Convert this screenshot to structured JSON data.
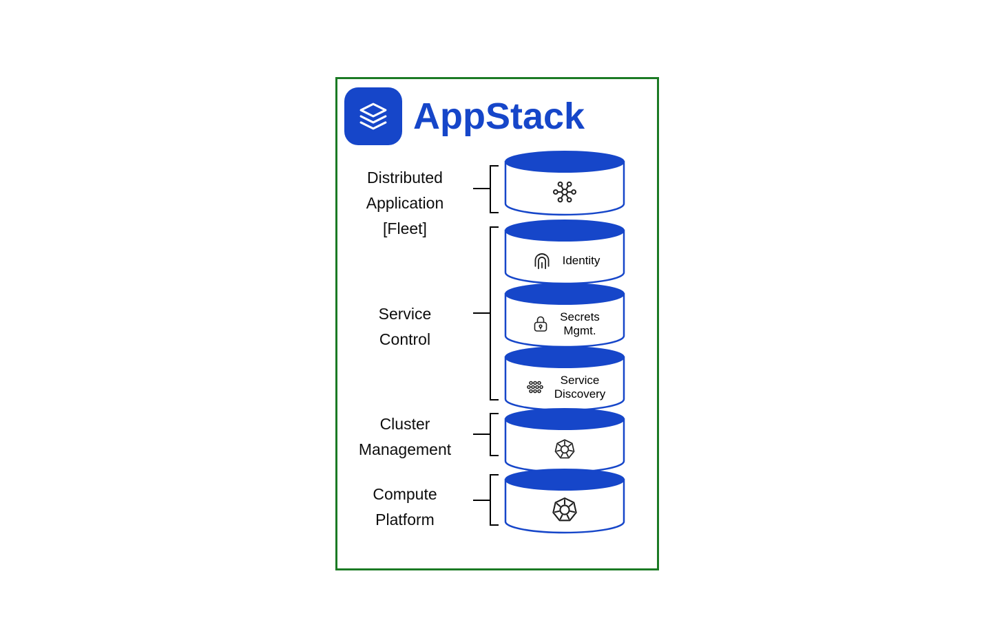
{
  "header": {
    "title": "AppStack",
    "logo_icon": "layers-icon"
  },
  "colors": {
    "brand_blue": "#1646C9",
    "border_green": "#1B7A24",
    "icon_dark": "#1F1F1F"
  },
  "groups": [
    {
      "name": "distributed-application-fleet",
      "label": "Distributed\nApplication\n[Fleet]"
    },
    {
      "name": "service-control",
      "label": "Service\nControl"
    },
    {
      "name": "cluster-management",
      "label": "Cluster\nManagement"
    },
    {
      "name": "compute-platform",
      "label": "Compute\nPlatform"
    }
  ],
  "layers": [
    {
      "name": "distributed-application",
      "icon": "network-hub-icon",
      "label": ""
    },
    {
      "name": "identity",
      "icon": "fingerprint-icon",
      "label": "Identity"
    },
    {
      "name": "secrets-management",
      "icon": "lock-icon",
      "label": "Secrets\nMgmt."
    },
    {
      "name": "service-discovery",
      "icon": "nodes-cluster-icon",
      "label": "Service\nDiscovery"
    },
    {
      "name": "cluster-management",
      "icon": "kubernetes-wheel-icon",
      "label": ""
    },
    {
      "name": "compute-platform",
      "icon": "kubernetes-wheel-icon",
      "label": ""
    }
  ]
}
